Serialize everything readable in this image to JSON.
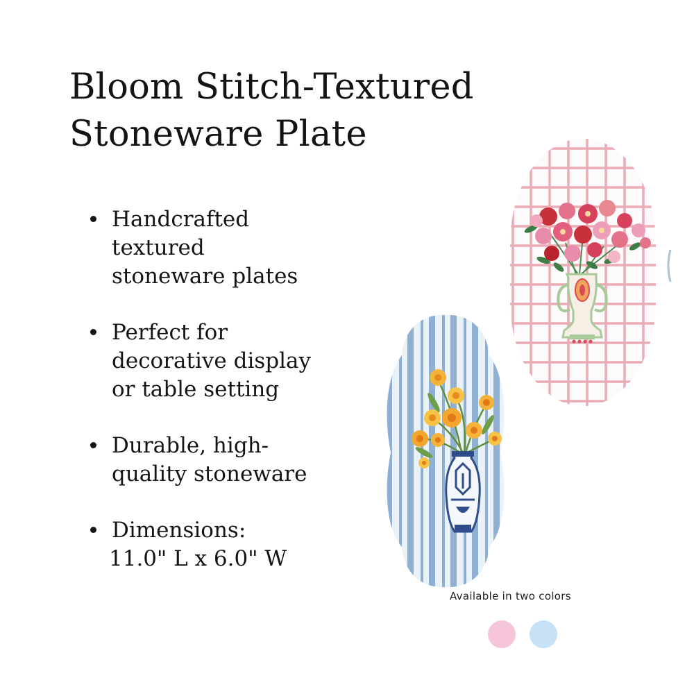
{
  "product": {
    "title_lines": [
      "Bloom Stitch-Textured",
      "Stoneware Plate"
    ]
  },
  "features": [
    {
      "lines": [
        "Handcrafted",
        "textured",
        "stoneware plates"
      ]
    },
    {
      "lines": [
        "Perfect for",
        "decorative display",
        "or table setting"
      ]
    },
    {
      "lines": [
        "Durable, high-",
        "quality stoneware"
      ]
    },
    {
      "lines": [
        "Dimensions:",
        "11.0\" L x 6.0\" W"
      ]
    }
  ],
  "availability": {
    "label": "Available in two colors",
    "colors": [
      {
        "name": "pink",
        "hex": "#f7c5d9"
      },
      {
        "name": "blue",
        "hex": "#c7e1f7"
      }
    ]
  },
  "images": {
    "pink_plate": {
      "icon": "pink-gingham-plate-with-flower-vase"
    },
    "blue_plate": {
      "icon": "blue-striped-scalloped-plate-with-daffodils"
    }
  }
}
